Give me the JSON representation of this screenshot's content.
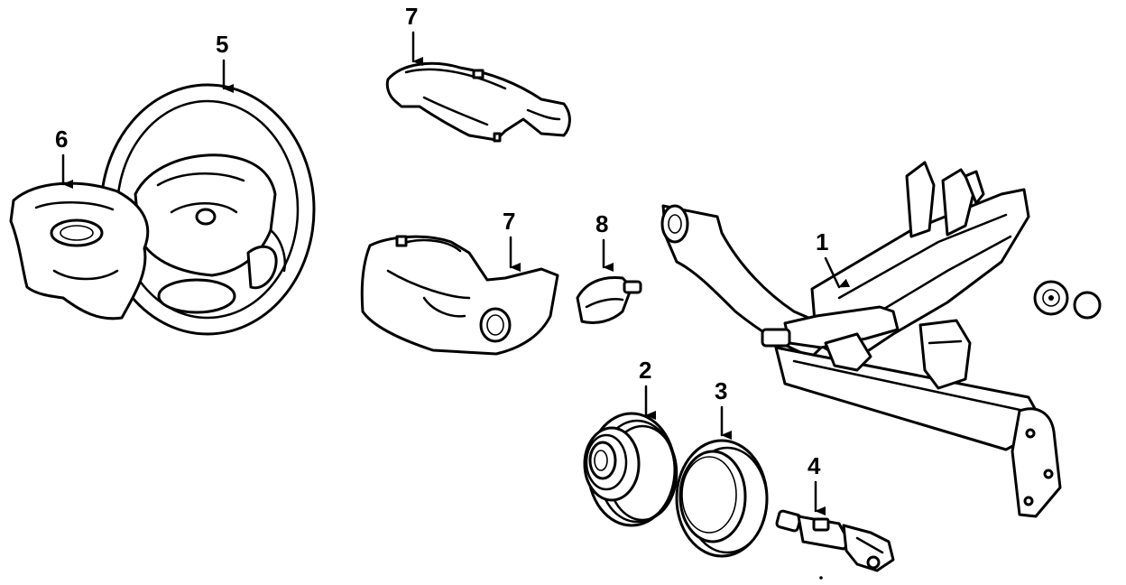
{
  "diagram": {
    "callouts": [
      {
        "id": "p1",
        "number": "1"
      },
      {
        "id": "p2",
        "number": "2"
      },
      {
        "id": "p3",
        "number": "3"
      },
      {
        "id": "p4",
        "number": "4"
      },
      {
        "id": "p5",
        "number": "5"
      },
      {
        "id": "p6",
        "number": "6"
      },
      {
        "id": "p7a",
        "number": "7"
      },
      {
        "id": "p7b",
        "number": "7"
      },
      {
        "id": "p8",
        "number": "8"
      }
    ]
  }
}
